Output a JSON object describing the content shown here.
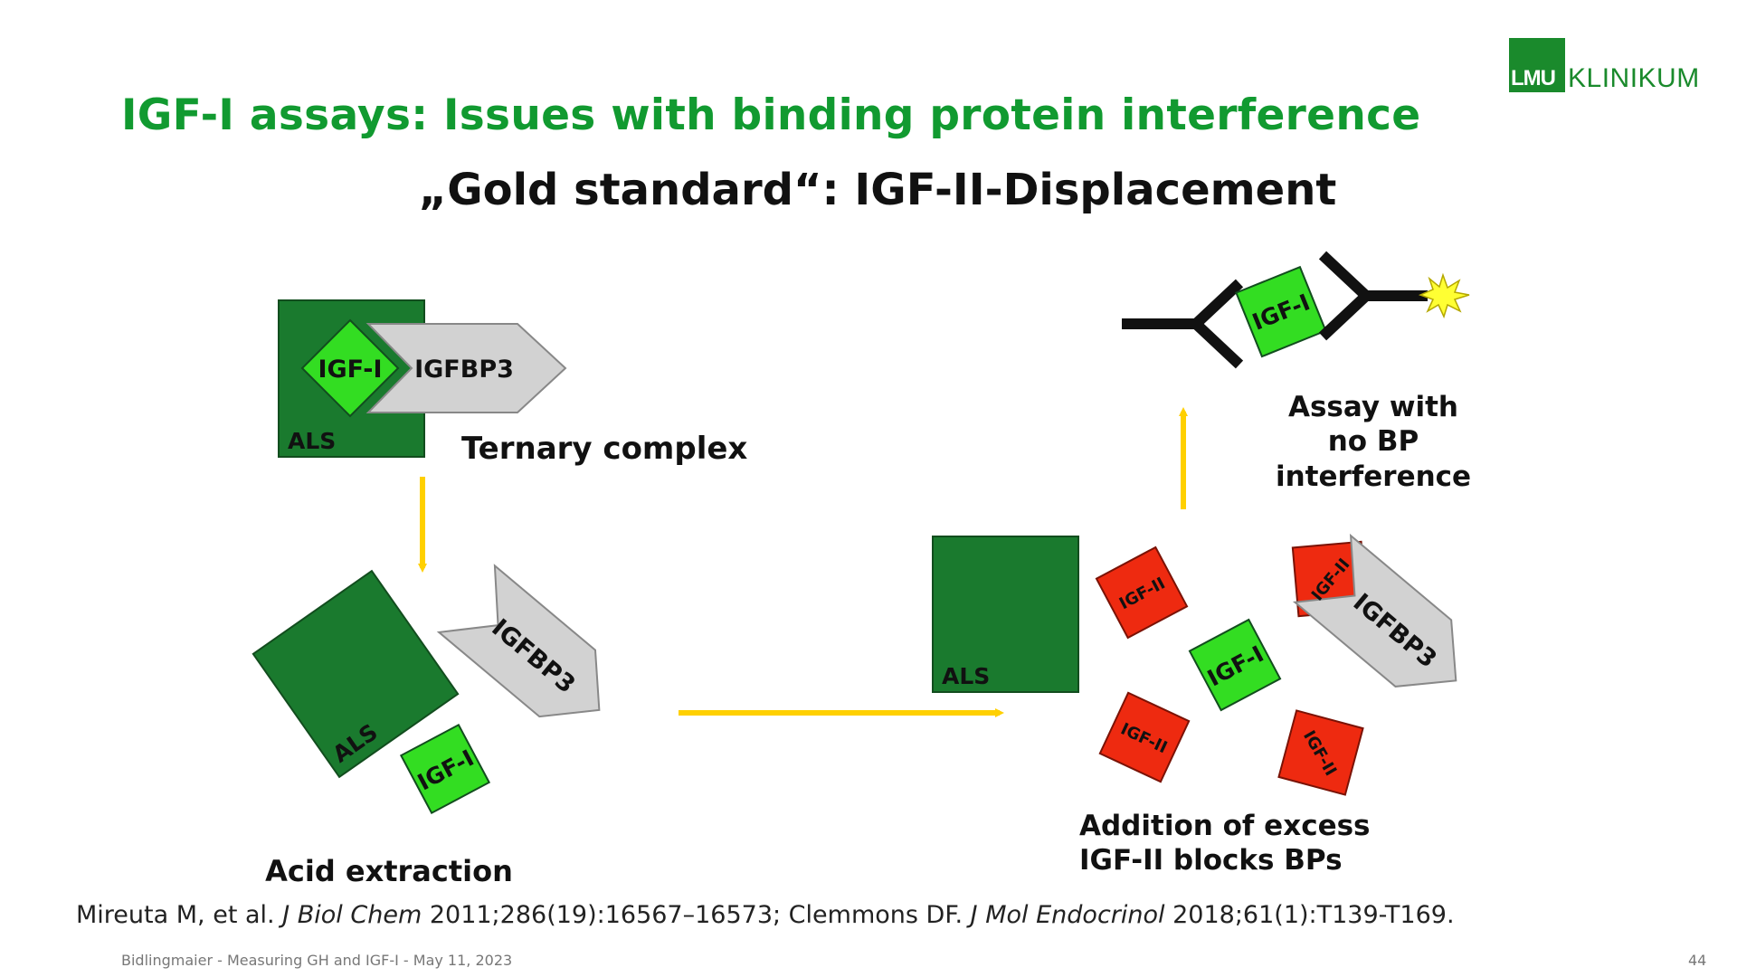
{
  "slide": {
    "title": "IGF-I assays: Issues with binding protein interference",
    "subtitle": "„Gold standard“: IGF-II-Displacement",
    "logo": {
      "badge": "LMU",
      "text": "KLINIKUM"
    },
    "footer": "Bidlingmaier - Measuring GH and IGF-I - May 11, 2023",
    "page_number": "44"
  },
  "diagram": {
    "labels": {
      "ternary_complex": "Ternary complex",
      "acid_extraction": "Acid extraction",
      "assay_line1": "Assay with",
      "assay_line2": "no BP",
      "assay_line3": "interference",
      "addition_line1": "Addition of excess",
      "addition_line2": "IGF-II blocks BPs"
    },
    "molecules": {
      "als": "ALS",
      "igf1": "IGF-I",
      "igf2": "IGF-II",
      "igfbp3": "IGFBP3"
    },
    "colors": {
      "als": "#1a7a2e",
      "igf1": "#33dd22",
      "igf2": "#ee2a10",
      "igfbp3": "#d2d2d2",
      "arrow": "#ffd000",
      "antibody": "#111111",
      "signal": "#ffff33"
    }
  },
  "citation": {
    "part1": "Mireuta M, et al. ",
    "journal1": "J Biol Chem",
    "part2": " 2011;286(19):16567–16573; Clemmons DF. ",
    "journal2": "J Mol Endocrinol",
    "part3": " 2018;61(1):T139-T169."
  }
}
